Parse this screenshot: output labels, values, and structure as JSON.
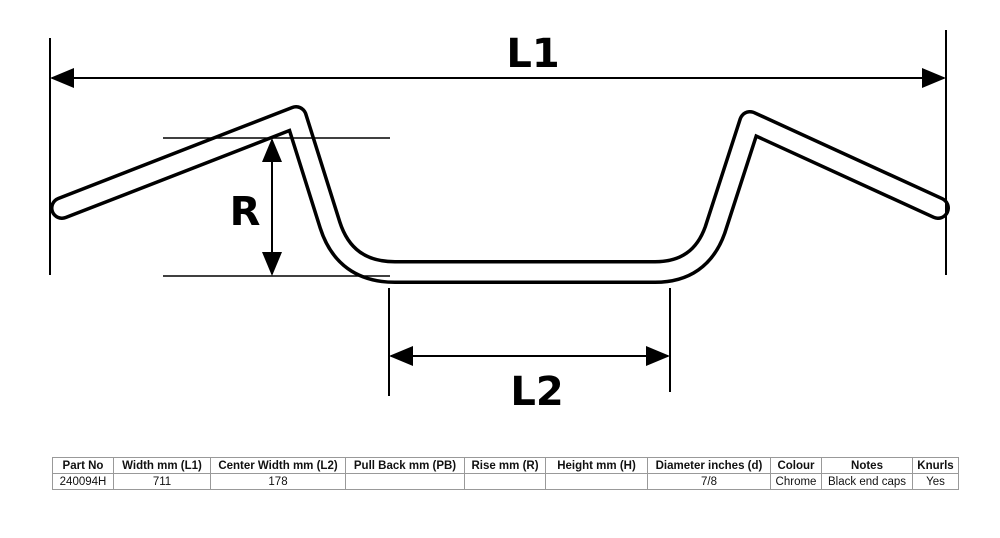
{
  "diagram": {
    "labels": {
      "l1": "L1",
      "l2": "L2",
      "r": "R"
    }
  },
  "table": {
    "headers": [
      "Part No",
      "Width mm (L1)",
      "Center Width mm (L2)",
      "Pull Back mm (PB)",
      "Rise mm (R)",
      "Height mm (H)",
      "Diameter inches (d)",
      "Colour",
      "Notes",
      "Knurls"
    ],
    "rows": [
      [
        "240094H",
        "711",
        "178",
        "",
        "",
        "",
        "7/8",
        "Chrome",
        "Black end caps",
        "Yes"
      ]
    ]
  }
}
